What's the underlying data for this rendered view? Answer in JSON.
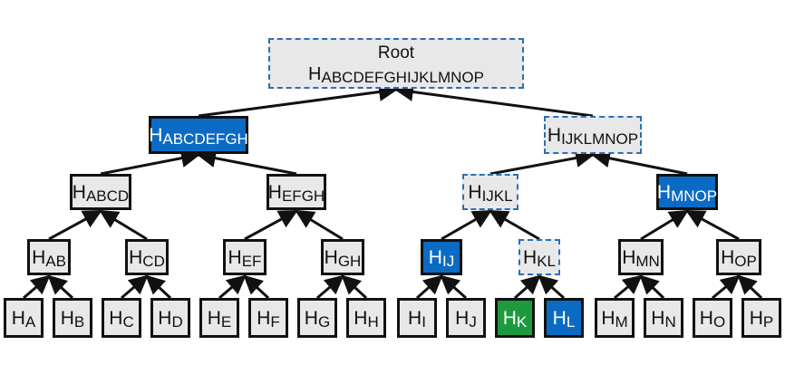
{
  "root": {
    "title": "Root",
    "hash": "H",
    "sub": "ABCDEFGHIJKLMNOP"
  },
  "nodes": {
    "abcdefgh": {
      "hash": "H",
      "sub": "ABCDEFGH"
    },
    "ijklmnop": {
      "hash": "H",
      "sub": "IJKLMNOP"
    },
    "abcd": {
      "hash": "H",
      "sub": "ABCD"
    },
    "efgh": {
      "hash": "H",
      "sub": "EFGH"
    },
    "ijkl": {
      "hash": "H",
      "sub": "IJKL"
    },
    "mnop": {
      "hash": "H",
      "sub": "MNOP"
    },
    "ab": {
      "hash": "H",
      "sub": "AB"
    },
    "cd": {
      "hash": "H",
      "sub": "CD"
    },
    "ef": {
      "hash": "H",
      "sub": "EF"
    },
    "gh": {
      "hash": "H",
      "sub": "GH"
    },
    "ij": {
      "hash": "H",
      "sub": "IJ"
    },
    "kl": {
      "hash": "H",
      "sub": "KL"
    },
    "mn": {
      "hash": "H",
      "sub": "MN"
    },
    "op": {
      "hash": "H",
      "sub": "OP"
    },
    "a": {
      "hash": "H",
      "sub": "A"
    },
    "b": {
      "hash": "H",
      "sub": "B"
    },
    "c": {
      "hash": "H",
      "sub": "C"
    },
    "d": {
      "hash": "H",
      "sub": "D"
    },
    "e": {
      "hash": "H",
      "sub": "E"
    },
    "f": {
      "hash": "H",
      "sub": "F"
    },
    "g": {
      "hash": "H",
      "sub": "G"
    },
    "h": {
      "hash": "H",
      "sub": "H"
    },
    "i": {
      "hash": "H",
      "sub": "I"
    },
    "j": {
      "hash": "H",
      "sub": "J"
    },
    "k": {
      "hash": "H",
      "sub": "K"
    },
    "l": {
      "hash": "H",
      "sub": "L"
    },
    "m": {
      "hash": "H",
      "sub": "M"
    },
    "n": {
      "hash": "H",
      "sub": "N"
    },
    "o": {
      "hash": "H",
      "sub": "O"
    },
    "p": {
      "hash": "H",
      "sub": "P"
    }
  },
  "colors": {
    "default_fill": "#e8e8e8",
    "proof_path_fill": "#0b6bc4",
    "target_fill": "#1e9a3e",
    "computed_border": "#2a6fb6",
    "edge": "#111111"
  }
}
